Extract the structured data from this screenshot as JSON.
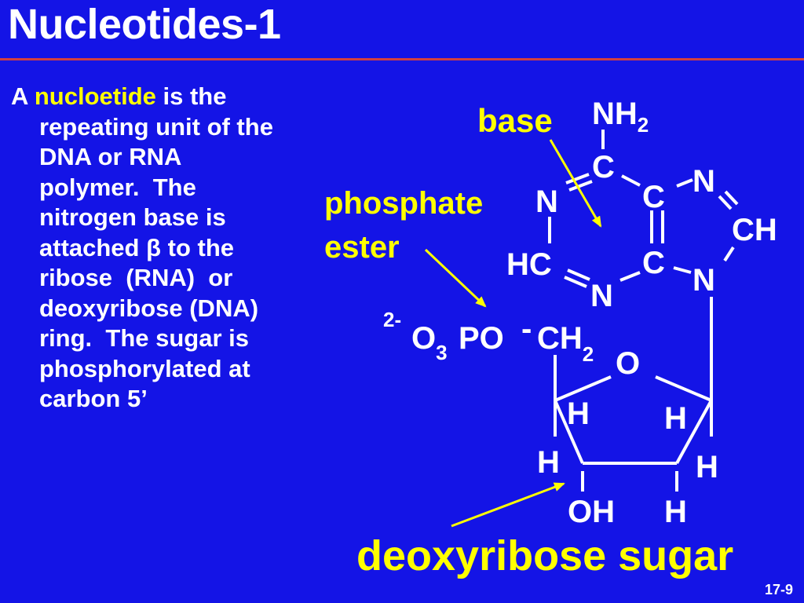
{
  "slide": {
    "title": "Nucleotides-1",
    "number": "17-9"
  },
  "body": {
    "lines": [
      {
        "before": "A ",
        "highlight": "nucloetide",
        "after": " is the"
      },
      {
        "text": "repeating unit of the"
      },
      {
        "text": "DNA or RNA"
      },
      {
        "text": "polymer.  The"
      },
      {
        "text": "nitrogen base is"
      },
      {
        "before": "attached ",
        "symbol": "β",
        "after": " to the"
      },
      {
        "text": "ribose  (RNA)  or"
      },
      {
        "text": "deoxyribose (DNA)"
      },
      {
        "text": "ring.  The sugar is"
      },
      {
        "text": "phosphorylated at"
      },
      {
        "text": "carbon 5’"
      }
    ]
  },
  "labels": {
    "base": "base",
    "phosphate": "phosphate",
    "ester": "ester",
    "sugar": "deoxyribose sugar"
  },
  "atoms": {
    "nh": "NH",
    "nh_sub": "2",
    "c_top": "C",
    "n_left": "N",
    "c_mid": "C",
    "n_right_top": "N",
    "ch": "CH",
    "hc": "HC",
    "c_low": "C",
    "n_right_low": "N",
    "n_bottom": "N",
    "charge": "2-",
    "o": "O",
    "o_sub": "3",
    "po": "PO",
    "dash": "-",
    "ch2": "CH",
    "ch2_sub": "2",
    "o_ring": "O",
    "h1": "H",
    "h2": "H",
    "h3": "H",
    "h4": "H",
    "oh": "OH",
    "h5": "H"
  },
  "colors": {
    "background": "#1414e6",
    "highlight": "#ffff00",
    "rule": "#d24040",
    "text": "#ffffff"
  }
}
